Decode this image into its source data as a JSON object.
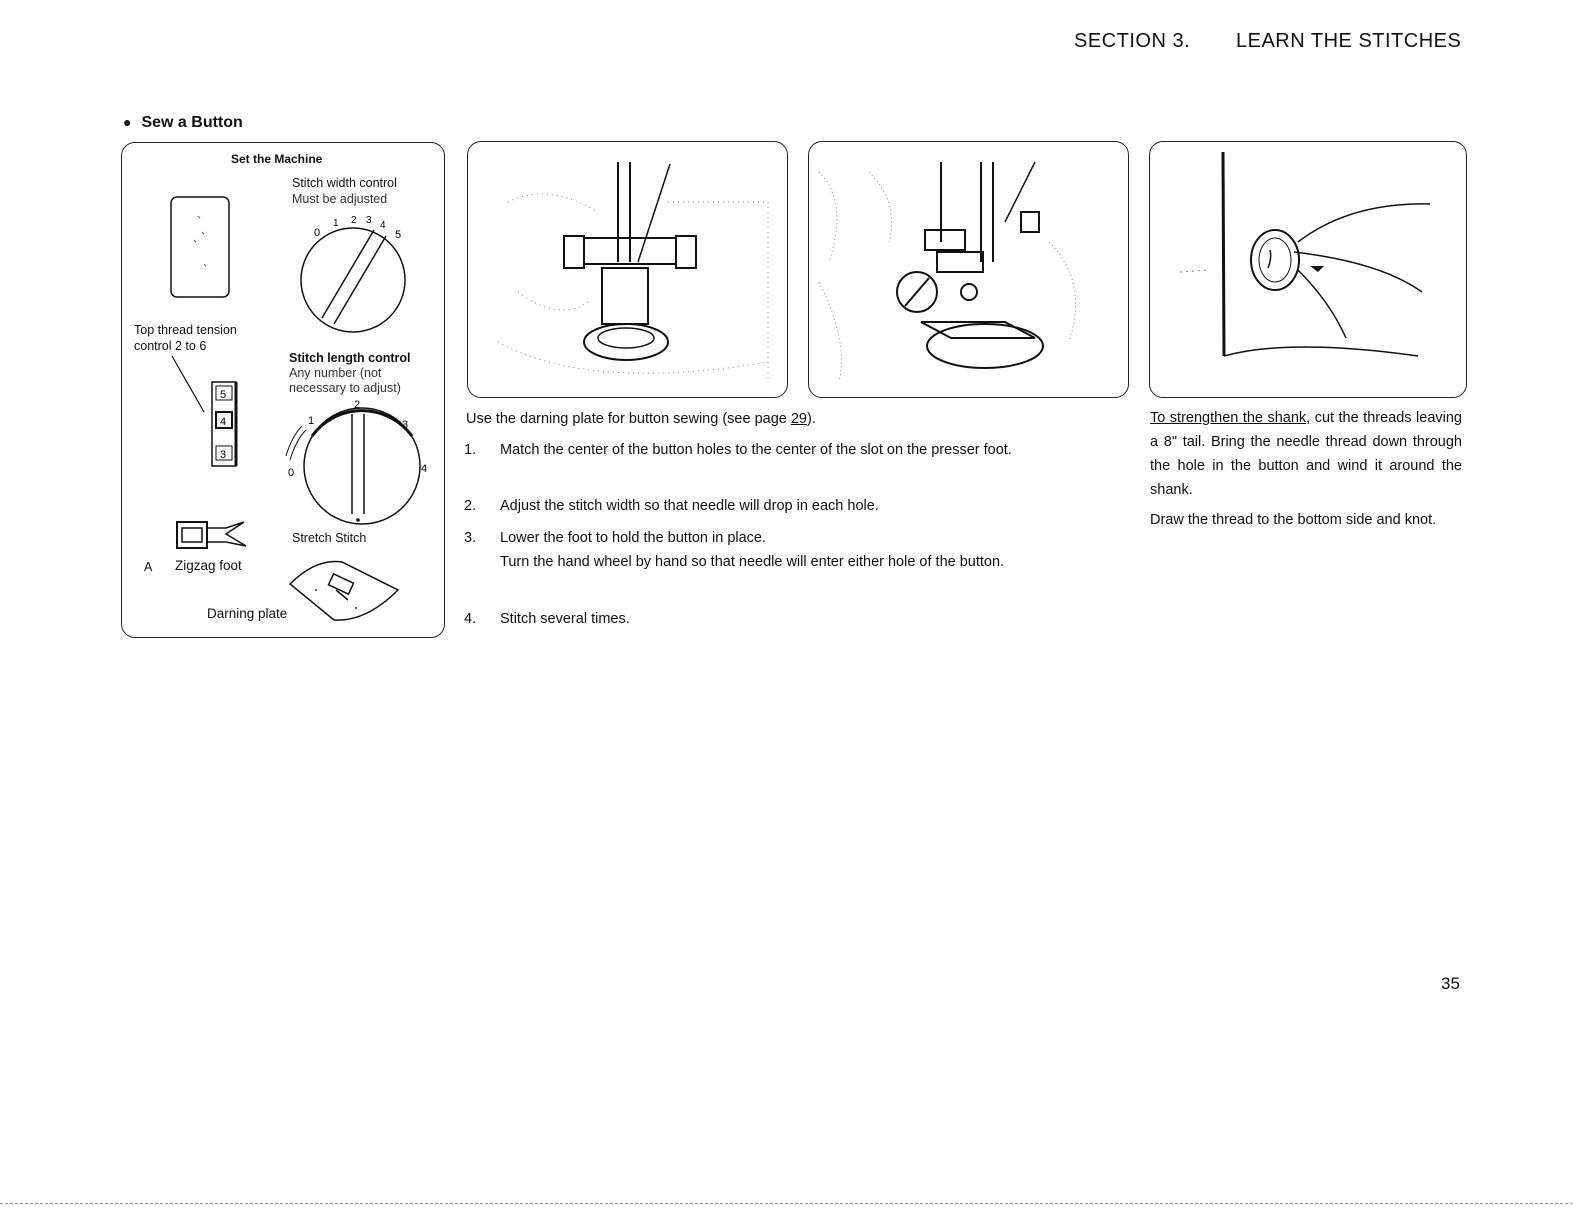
{
  "header": {
    "section": "SECTION 3.",
    "title": "LEARN THE STITCHES"
  },
  "bullet_title": "Sew a Button",
  "machine_panel": {
    "title": "Set the Machine",
    "stitch_width_label": "Stitch width control",
    "stitch_width_note": "Must be adjusted",
    "stitch_width_dial": [
      "0",
      "1",
      "2",
      "3",
      "4",
      "5"
    ],
    "tension_label_1": "Top thread tension",
    "tension_label_2": "control 2 to 6",
    "tension_numbers": [
      "5",
      "4",
      "3"
    ],
    "stitch_length_label": "Stitch length control",
    "stitch_length_note_1": "Any number (not",
    "stitch_length_note_2": "necessary to adjust)",
    "stitch_length_dial": [
      "0",
      "1",
      "2",
      "3",
      "4"
    ],
    "stretch_label": "Stretch Stitch",
    "foot_letter": "A",
    "foot_label": "Zigzag foot",
    "plate_label": "Darning plate"
  },
  "instructions": {
    "intro_pre": "Use the darning plate for button sewing (see page ",
    "intro_page": "29",
    "intro_post": ").",
    "steps": [
      {
        "num": "1.",
        "text": "Match the center of the button holes to the center of the slot on the presser foot."
      },
      {
        "num": "2.",
        "text": "Adjust the stitch width so that needle will drop in each hole."
      },
      {
        "num": "3.",
        "text": "Lower the foot to hold the button in place.",
        "text2": "Turn the hand wheel by hand so that needle will enter either hole of the button."
      },
      {
        "num": "4.",
        "text": "Stitch several times."
      }
    ]
  },
  "shank_text": {
    "p1_a": "To strengthen the shank,",
    "p1_b": " cut the threads leaving a 8\" tail. Bring the needle thread down through the hole in the button and wind it around the shank.",
    "p2": "Draw the thread to the bottom side and knot."
  },
  "page_number": "35"
}
